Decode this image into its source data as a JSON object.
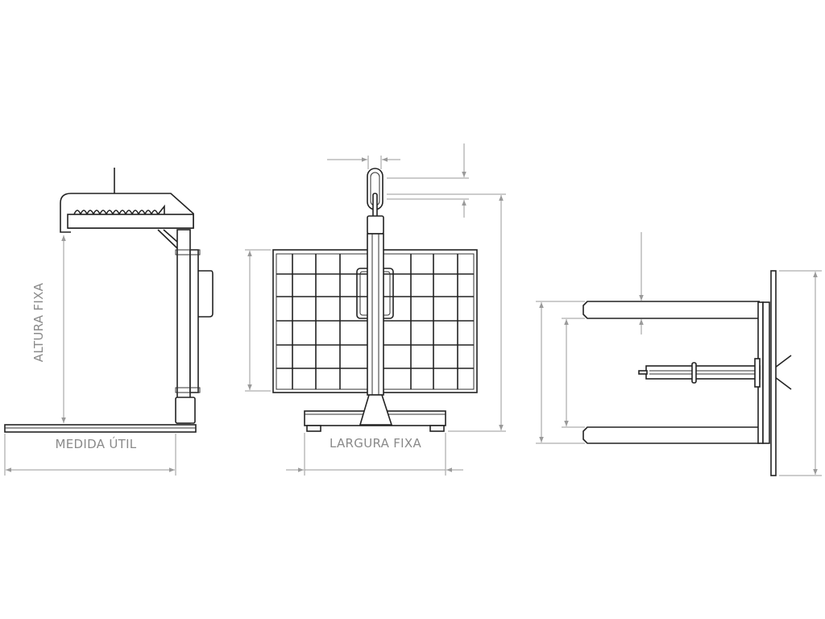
{
  "drawing": {
    "side_view": {
      "height_label": "ALTURA FIXA",
      "length_label": "MEDIDA ÚTIL"
    },
    "front_view": {
      "width_label": "LARGURA FIXA"
    },
    "top_view": {}
  },
  "colors": {
    "line": "#222222",
    "dimension": "#9a9a9a",
    "label": "#8a8a8a",
    "background": "#ffffff"
  }
}
